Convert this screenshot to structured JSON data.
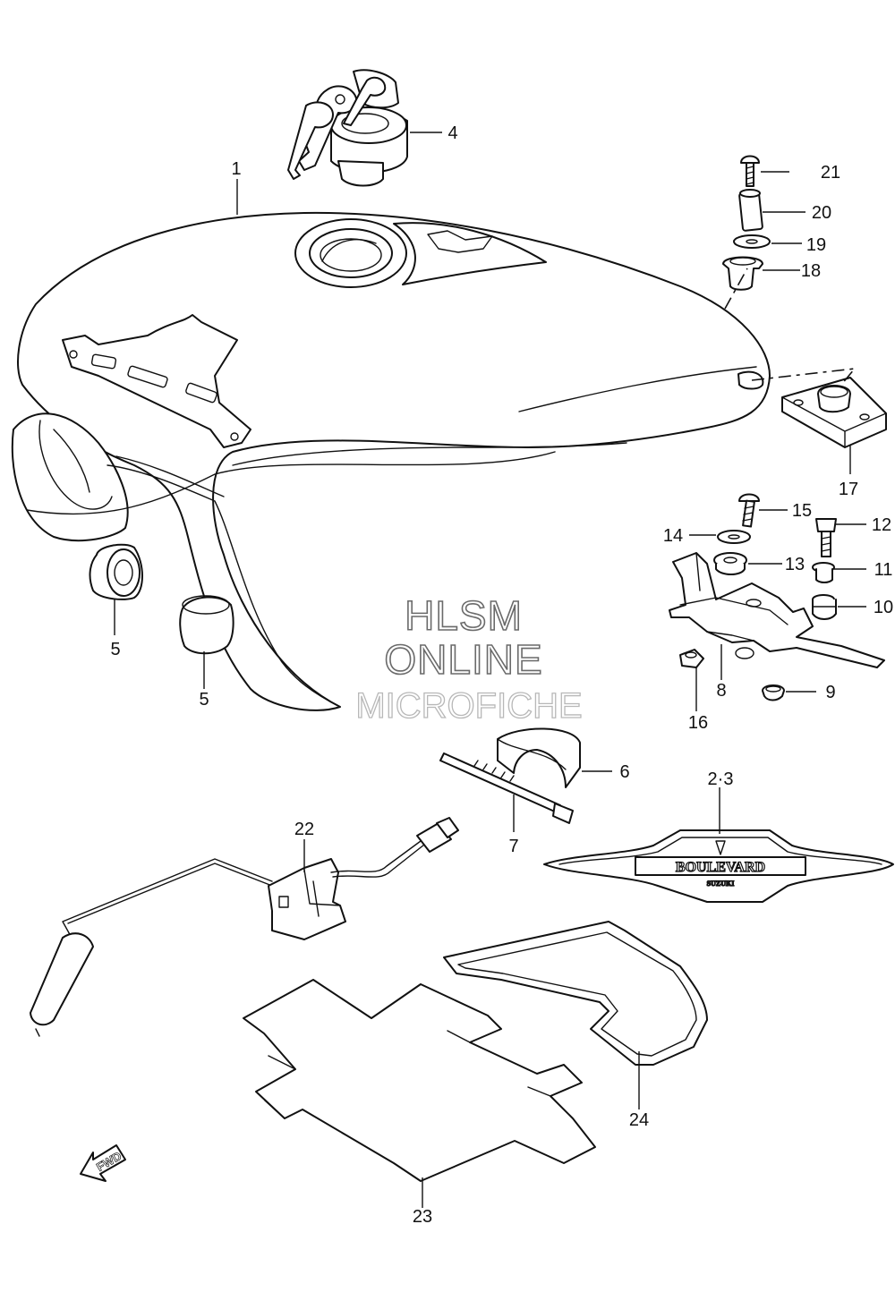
{
  "watermark": {
    "line1": "HLSM",
    "line2": "ONLINE",
    "line3": "MICROFICHE"
  },
  "emblem": {
    "brand": "BOULEVARD",
    "maker": "SUZUKI"
  },
  "fwd_arrow": "FWD",
  "callouts": [
    {
      "id": "1",
      "label": "1"
    },
    {
      "id": "4",
      "label": "4"
    },
    {
      "id": "21",
      "label": "21"
    },
    {
      "id": "20",
      "label": "20"
    },
    {
      "id": "19",
      "label": "19"
    },
    {
      "id": "18",
      "label": "18"
    },
    {
      "id": "17",
      "label": "17"
    },
    {
      "id": "15",
      "label": "15"
    },
    {
      "id": "12",
      "label": "12"
    },
    {
      "id": "14",
      "label": "14"
    },
    {
      "id": "13",
      "label": "13"
    },
    {
      "id": "11",
      "label": "11"
    },
    {
      "id": "10",
      "label": "10"
    },
    {
      "id": "5a",
      "label": "5"
    },
    {
      "id": "5b",
      "label": "5"
    },
    {
      "id": "8",
      "label": "8"
    },
    {
      "id": "9",
      "label": "9"
    },
    {
      "id": "16",
      "label": "16"
    },
    {
      "id": "6",
      "label": "6"
    },
    {
      "id": "7",
      "label": "7"
    },
    {
      "id": "23s",
      "label": "2·3"
    },
    {
      "id": "22",
      "label": "22"
    },
    {
      "id": "24",
      "label": "24"
    },
    {
      "id": "23",
      "label": "23"
    }
  ]
}
